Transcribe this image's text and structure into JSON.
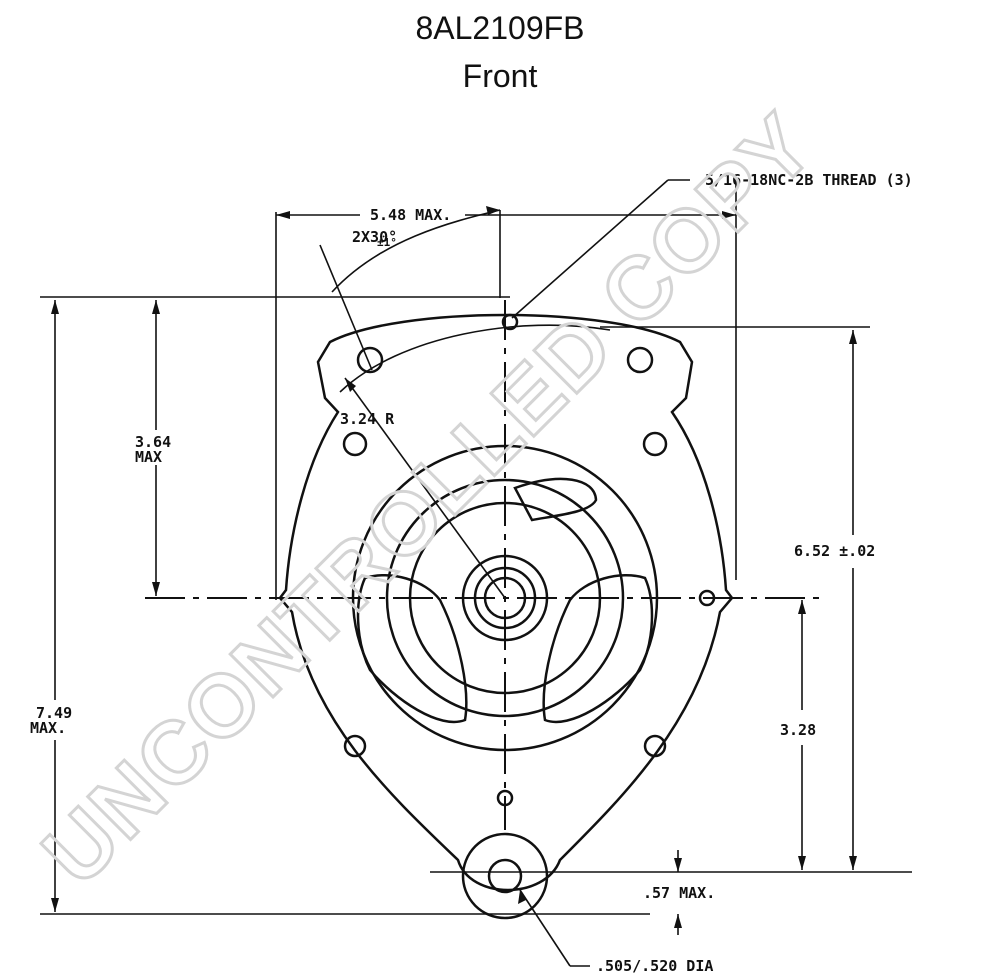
{
  "title": {
    "part_number": "8AL2109FB",
    "view": "Front"
  },
  "watermark": "UNCONTROLLED COPY",
  "dimensions": {
    "thread": "5/16-18NC-2B THREAD (3)",
    "width": "5.48 MAX.",
    "angle_tol": "±1°",
    "angle": "2X30°",
    "radius": "3.24 R",
    "height_upper_1": "3.64",
    "height_upper_2": "MAX",
    "height_mount": "6.52 ±.02",
    "height_total_1": "7.49",
    "height_total_2": "MAX.",
    "height_center": "3.28",
    "bottom_offset": ".57 MAX.",
    "hole_dia": ".505/.520 DIA"
  },
  "colors": {
    "line": "#111111",
    "watermark": "#d4d4d4"
  }
}
